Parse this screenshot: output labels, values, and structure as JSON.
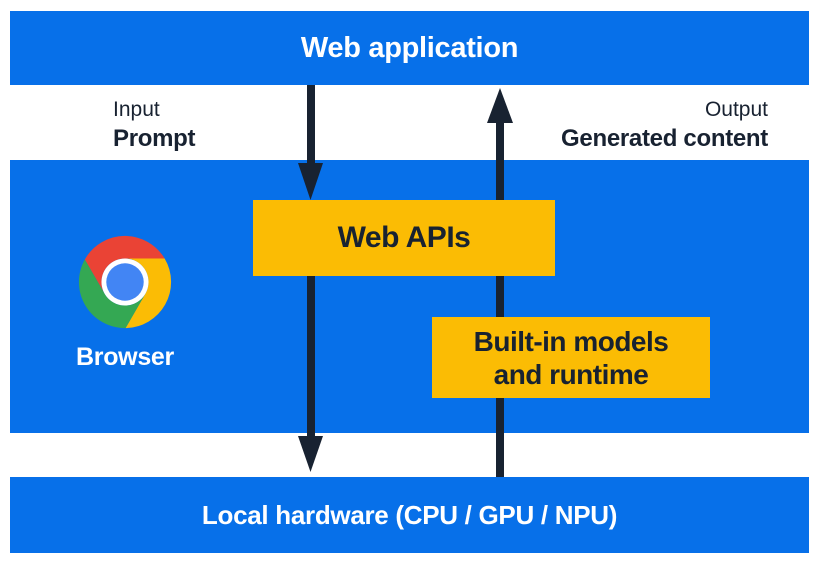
{
  "diagram": {
    "top_bar": {
      "label": "Web application"
    },
    "io_labels": {
      "input_title": "Input",
      "input_value": "Prompt",
      "output_title": "Output",
      "output_value": "Generated content"
    },
    "browser": {
      "label": "Browser",
      "icon": "chrome-logo"
    },
    "web_apis_box": {
      "label": "Web APIs"
    },
    "builtin_box": {
      "line1": "Built-in models",
      "line2": "and runtime"
    },
    "bottom_bar": {
      "label": "Local hardware (CPU / GPU / NPU)"
    },
    "arrows": {
      "input_flow_direction": "down",
      "output_flow_direction": "up"
    }
  },
  "colors": {
    "blue": "#0770e9",
    "yellow": "#fbbc04",
    "navy": "#182231",
    "white": "#ffffff",
    "chrome_red": "#ea4335",
    "chrome_yellow": "#fbbc05",
    "chrome_green": "#34a853",
    "chrome_blue": "#4285f4"
  }
}
